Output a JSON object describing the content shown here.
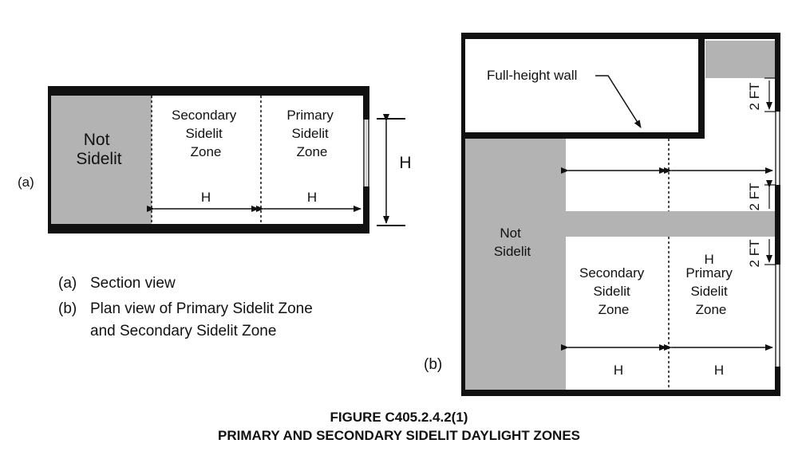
{
  "figure": {
    "number": "FIGURE C405.2.4.2(1)",
    "title": "PRIMARY AND SECONDARY SIDELIT DAYLIGHT ZONES"
  },
  "section_view": {
    "tag": "(a)",
    "not_sidelit": [
      "Not",
      "Sidelit"
    ],
    "secondary_zone": [
      "Secondary",
      "Sidelit",
      "Zone"
    ],
    "primary_zone": [
      "Primary",
      "Sidelit",
      "Zone"
    ],
    "dim_secondary": "H",
    "dim_primary": "H",
    "window_height": "H"
  },
  "plan_view": {
    "tag": "(b)",
    "wall_callout": "Full-height wall",
    "not_sidelit": [
      "Not",
      "Sidelit"
    ],
    "secondary_zone": [
      "Secondary",
      "Sidelit",
      "Zone"
    ],
    "primary_zone": [
      "H",
      "Primary",
      "Sidelit",
      "Zone"
    ],
    "dim_secondary": "H",
    "dim_primary": "H",
    "offsets": [
      "2 FT",
      "2 FT",
      "2 FT"
    ]
  },
  "legend": {
    "a_tag": "(a)",
    "a_text": "Section view",
    "b_tag": "(b)",
    "b_line1": "Plan view of Primary Sidelit Zone",
    "b_line2": "and Secondary Sidelit Zone"
  },
  "colors": {
    "wall": "#111111",
    "not_sidelit_fill": "#b3b3b3",
    "background": "#ffffff"
  }
}
